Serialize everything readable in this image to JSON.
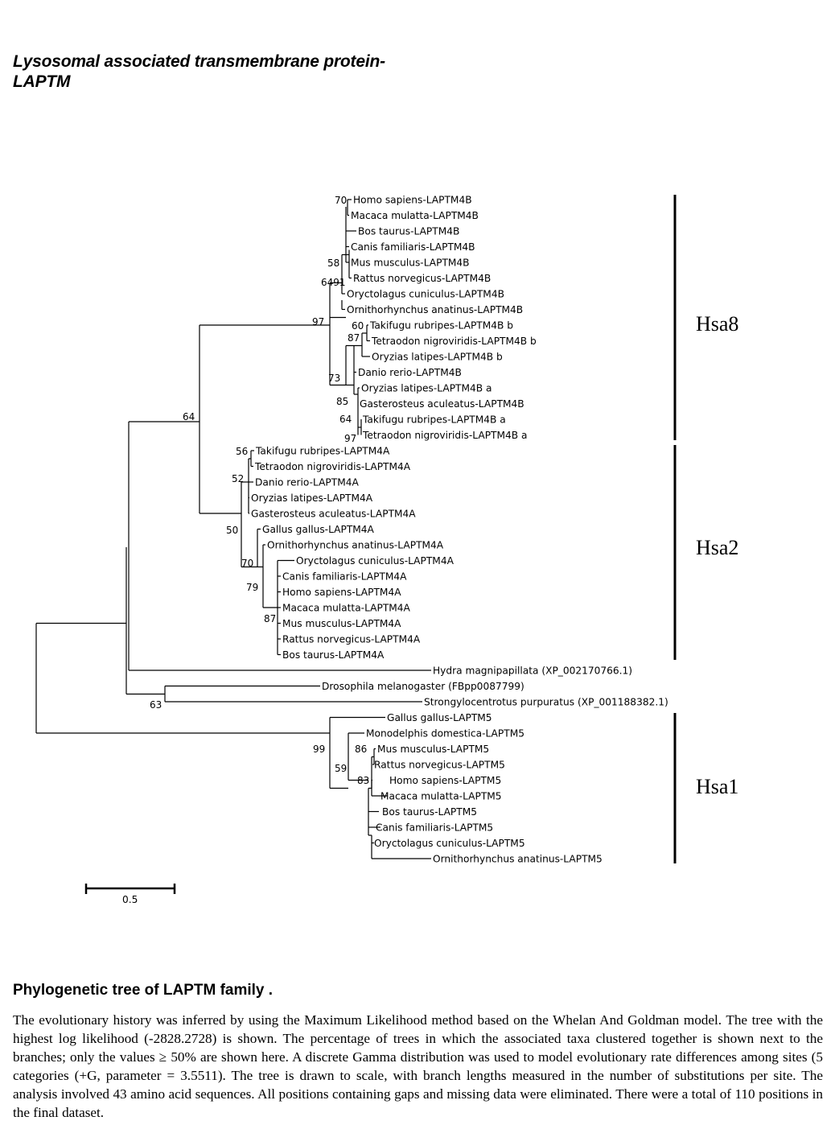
{
  "figure": {
    "title_line1": "Lysosomal associated transmembrane protein-",
    "title_line2": "LAPTM",
    "scale_label": "0.5",
    "clades": [
      "Hsa8",
      "Hsa2",
      "Hsa1"
    ],
    "bootstraps": [
      "70",
      "58",
      "6491",
      "97",
      "60",
      "87",
      "73",
      "85",
      "64",
      "97",
      "64",
      "56",
      "52",
      "50",
      "70",
      "79",
      "87",
      "63",
      "99",
      "86",
      "59",
      "83"
    ],
    "taxa": [
      "Homo sapiens-LAPTM4B",
      "Macaca mulatta-LAPTM4B",
      "Bos taurus-LAPTM4B",
      "Canis familiaris-LAPTM4B",
      "Mus musculus-LAPTM4B",
      "Rattus norvegicus-LAPTM4B",
      "Oryctolagus cuniculus-LAPTM4B",
      "Ornithorhynchus anatinus-LAPTM4B",
      "Takifugu rubripes-LAPTM4B b",
      "Tetraodon nigroviridis-LAPTM4B b",
      "Oryzias latipes-LAPTM4B b",
      "Danio rerio-LAPTM4B",
      "Oryzias latipes-LAPTM4B a",
      "Gasterosteus aculeatus-LAPTM4B",
      "Takifugu rubripes-LAPTM4B a",
      "Tetraodon nigroviridis-LAPTM4B a",
      "Takifugu rubripes-LAPTM4A",
      "Tetraodon nigroviridis-LAPTM4A",
      "Danio rerio-LAPTM4A",
      "Oryzias latipes-LAPTM4A",
      "Gasterosteus aculeatus-LAPTM4A",
      "Gallus gallus-LAPTM4A",
      "Ornithorhynchus anatinus-LAPTM4A",
      "Oryctolagus cuniculus-LAPTM4A",
      "Canis familiaris-LAPTM4A",
      "Homo sapiens-LAPTM4A",
      "Macaca mulatta-LAPTM4A",
      "Mus musculus-LAPTM4A",
      "Rattus norvegicus-LAPTM4A",
      "Bos taurus-LAPTM4A",
      "Hydra magnipapillata (XP_002170766.1)",
      "Drosophila melanogaster (FBpp0087799)",
      "Strongylocentrotus purpuratus (XP_001188382.1)",
      "Gallus gallus-LAPTM5",
      "Monodelphis domestica-LAPTM5",
      "Mus musculus-LAPTM5",
      "Rattus norvegicus-LAPTM5",
      "Homo sapiens-LAPTM5",
      "Macaca mulatta-LAPTM5",
      "Bos taurus-LAPTM5",
      "Canis familiaris-LAPTM5",
      "Oryctolagus cuniculus-LAPTM5",
      "Ornithorhynchus anatinus-LAPTM5"
    ]
  },
  "caption": {
    "title": "Phylogenetic tree of LAPTM family .",
    "text": "The evolutionary history was inferred by using the Maximum Likelihood method based on the Whelan And Goldman model. The tree with the highest log likelihood (-2828.2728) is shown. The percentage of trees in which the associated taxa clustered together is shown next to the branches; only the values ≥ 50% are shown here. A discrete Gamma distribution was used to model evolutionary rate differences among sites (5 categories (+G, parameter = 3.5511). The tree is drawn to scale, with branch lengths measured in the number of substitutions per site. The analysis involved 43 amino acid sequences. All positions containing gaps and missing data were eliminated. There were a total of 110 positions in the final dataset."
  }
}
